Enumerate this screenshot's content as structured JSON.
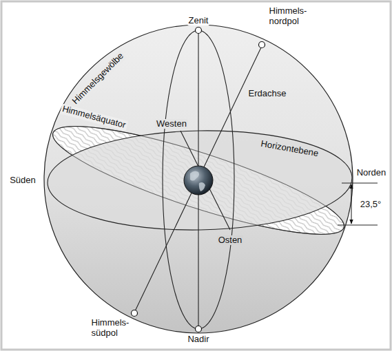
{
  "diagram": {
    "labels": [
      "Zenit",
      "Himmels- nordpol",
      "Erdachse",
      "Himmelsgewölbe",
      "Himmelsäquator",
      "Westen",
      "Horizontebene",
      "Norden",
      "Süden",
      "Osten",
      "23,5°",
      "Himmels- südpol",
      "Nadir"
    ]
  }
}
